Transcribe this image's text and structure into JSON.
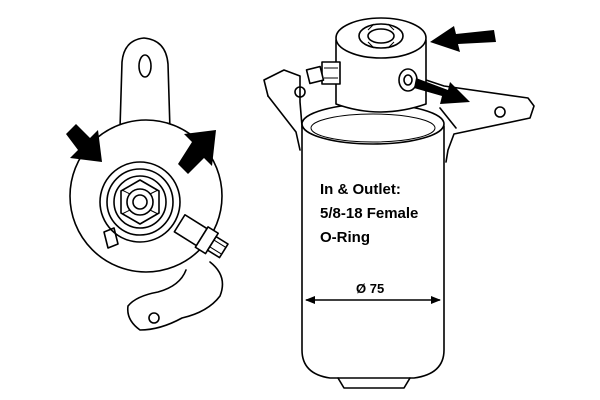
{
  "callout": {
    "line1": "In & Outlet:",
    "line2": "5/8-18 Female",
    "line3": "O-Ring"
  },
  "dimension": {
    "label": "Ø 75"
  },
  "colors": {
    "line": "#000000",
    "background": "#ffffff"
  },
  "icons": [
    "arrow-in-icon",
    "arrow-out-icon"
  ]
}
